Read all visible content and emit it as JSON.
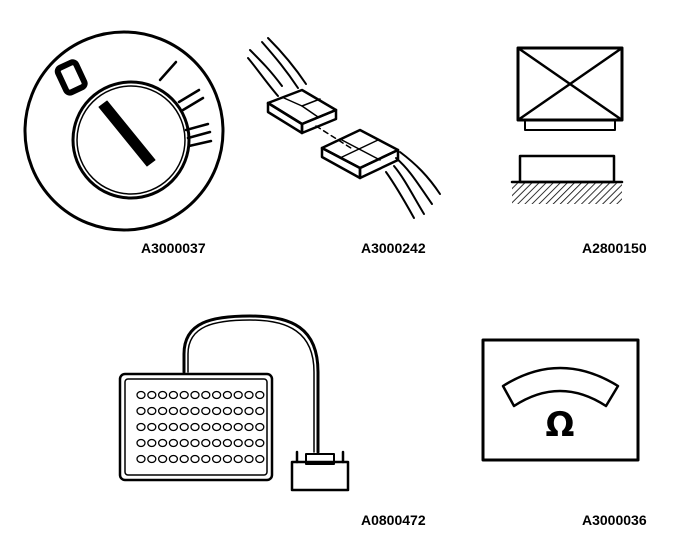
{
  "figures": [
    {
      "code": "A3000037",
      "icon": "ignition-switch-icon"
    },
    {
      "code": "A3000242",
      "icon": "connector-icon"
    },
    {
      "code": "A2800150",
      "icon": "component-removed-icon"
    },
    {
      "code": "A0800472",
      "icon": "breakout-box-icon"
    },
    {
      "code": "A3000036",
      "icon": "ohmmeter-icon"
    }
  ],
  "ohmmeter": {
    "symbol": "Ω"
  },
  "ignition": {
    "positions": [
      "0",
      "I",
      "II",
      "III"
    ]
  },
  "colors": {
    "ink": "#000000",
    "paper": "#ffffff"
  }
}
